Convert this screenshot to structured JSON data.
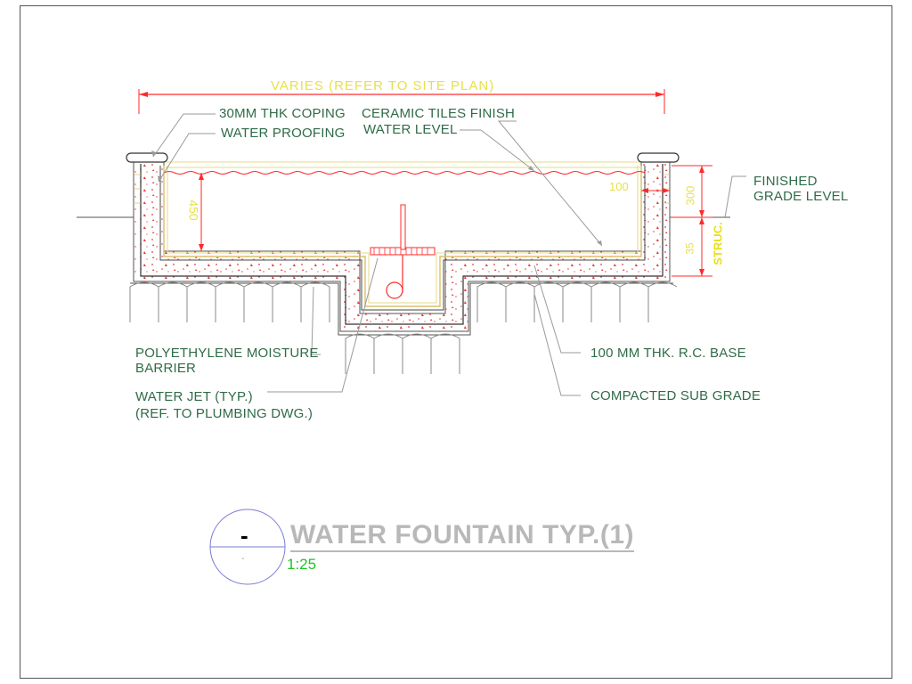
{
  "labels": {
    "coping": "30MM THK COPING",
    "tiles": "CERAMIC TILES FINISH",
    "waterproofing": "WATER PROOFING",
    "water_level": "WATER LEVEL",
    "finished_grade": "FINISHED\nGRADE LEVEL",
    "polyethylene": "POLYETHYLENE MOISTURE\nBARRIER",
    "water_jet": "WATER JET (TYP.)\n(REF. TO PLUMBING DWG.)",
    "rc_base": "100 MM THK. R.C. BASE",
    "subgrade": "COMPACTED SUB GRADE"
  },
  "dimensions": {
    "overall": "VARIES (REFER TO SITE PLAN)",
    "depth": "450",
    "ledge": "100",
    "top": "300",
    "struc_value": "35",
    "struc": "STRUC."
  },
  "title_block": {
    "number": "-",
    "sheet": "-",
    "title": "WATER FOUNTAIN TYP.(1)",
    "scale": "1:25"
  },
  "colors": {
    "label_text": "#2f6b47",
    "dimension_red": "#ff2a2a",
    "dimension_yellow": "#e8e04a",
    "scale_green": "#22c22a",
    "title_gray": "#b8b8b8",
    "bubble_blue": "#7b7bd6"
  }
}
